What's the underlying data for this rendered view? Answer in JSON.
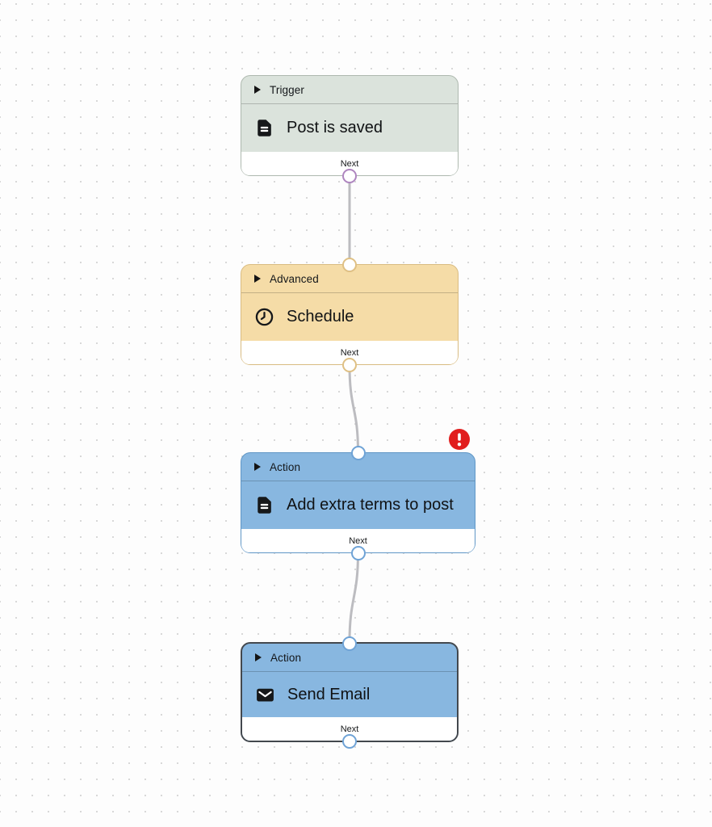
{
  "canvas": {
    "background_color": "#fdfdfd",
    "dot_color": "#d8d8d8",
    "connection_color": "#bcbcc0"
  },
  "nodes": [
    {
      "category": "Trigger",
      "title": "Post is saved",
      "icon": "document-icon",
      "port_label": "Next",
      "colors": {
        "background": "#dbe3dc",
        "border": "#aeb9af",
        "port": "#ae85bf"
      },
      "has_error": false,
      "selected": false
    },
    {
      "category": "Advanced",
      "title": "Schedule",
      "icon": "clock-icon",
      "port_label": "Next",
      "colors": {
        "background": "#f5dca7",
        "border": "#d9bc82",
        "port": "#dfc084"
      },
      "has_error": false,
      "selected": false
    },
    {
      "category": "Action",
      "title": "Add extra terms to post",
      "icon": "document-icon",
      "port_label": "Next",
      "colors": {
        "background": "#88b7e0",
        "border": "#5f96c6",
        "port": "#6fa3d6"
      },
      "has_error": true,
      "selected": false
    },
    {
      "category": "Action",
      "title": "Send Email",
      "icon": "envelope-icon",
      "port_label": "Next",
      "colors": {
        "background": "#88b7e0",
        "border": "#43484e",
        "port": "#6fa3d6"
      },
      "has_error": false,
      "selected": true
    }
  ],
  "error_badge": {
    "icon": "exclamation-icon",
    "color": "#e11d1d"
  },
  "connections": [
    {
      "from": "Post is saved",
      "to": "Schedule"
    },
    {
      "from": "Schedule",
      "to": "Add extra terms to post"
    },
    {
      "from": "Add extra terms to post",
      "to": "Send Email"
    }
  ]
}
